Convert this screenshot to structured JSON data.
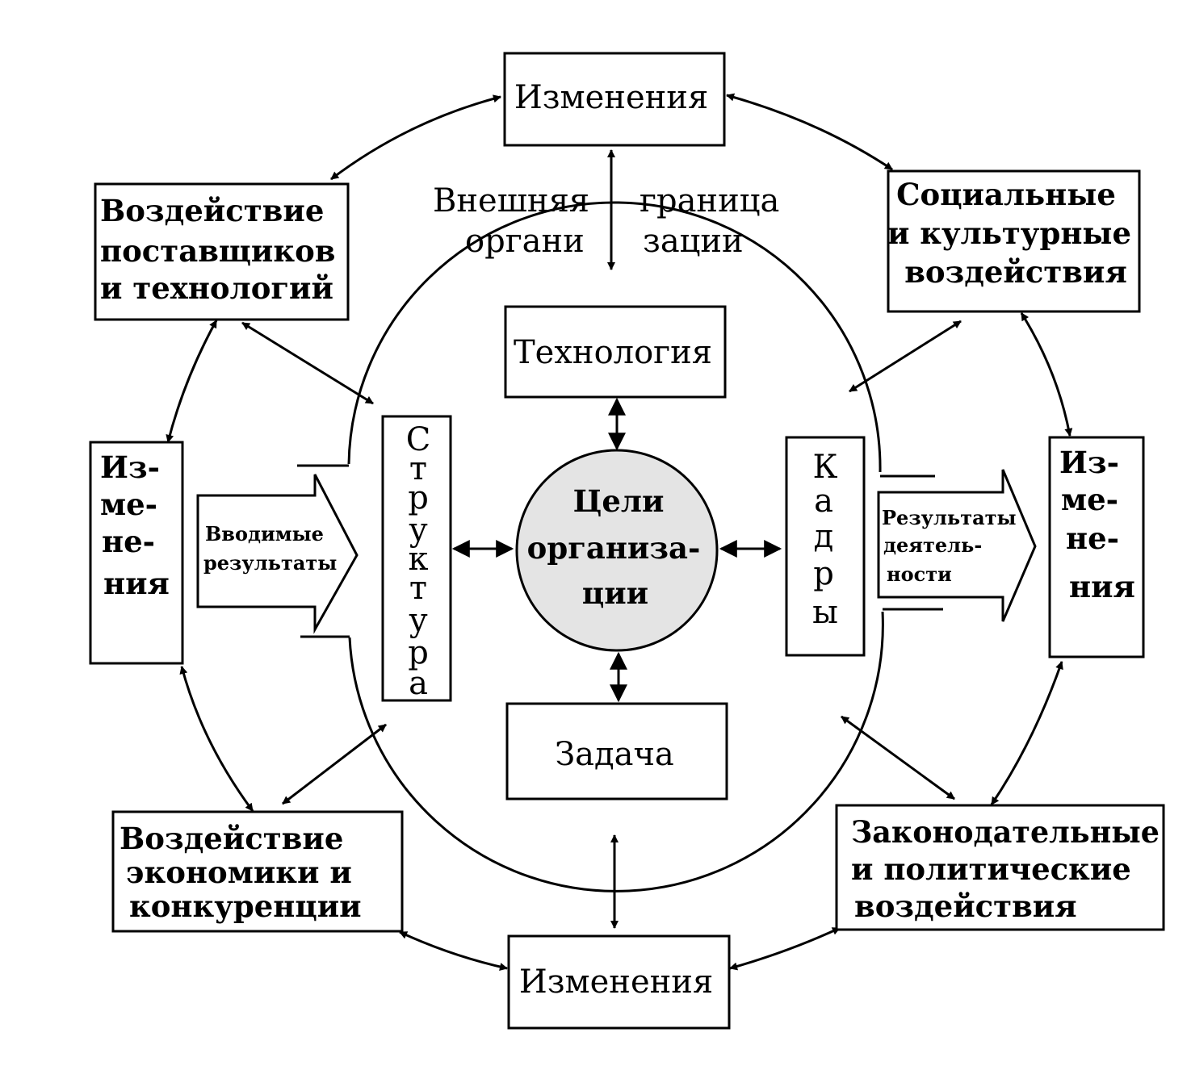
{
  "outer": {
    "top_change": "Изменения",
    "bottom_change": "Изменения",
    "left_change": [
      "Из-",
      "ме-",
      "не-",
      "ния"
    ],
    "right_change": [
      "Из-",
      "ме-",
      "не-",
      "ния"
    ],
    "suppliers": [
      "Воздействие",
      "поставщиков",
      "и технологий"
    ],
    "social": [
      "Социальные",
      "и культурные",
      "воздействия"
    ],
    "economy": [
      "Воздействие",
      "экономики и",
      "конкуренции"
    ],
    "legal": [
      "Законодательные",
      "и политические",
      "воздействия"
    ]
  },
  "boundary": {
    "left_top": "Внешняя",
    "right_top": "граница",
    "left_bottom": "органи",
    "right_bottom": "зации"
  },
  "inner": {
    "technology": "Технология",
    "task": "Задача",
    "structure": [
      "С",
      "т",
      "р",
      "у",
      "к",
      "т",
      "у",
      "р",
      "а"
    ],
    "staff": [
      "К",
      "а",
      "д",
      "р",
      "ы"
    ],
    "goals": [
      "Цели",
      "организа-",
      "ции"
    ]
  },
  "flows": {
    "inputs": [
      "Вводимые",
      "результаты"
    ],
    "outputs": [
      "Результаты",
      "деятель-",
      "ности"
    ]
  },
  "colors": {
    "goals_fill": "#e4e4e4",
    "ink": "#000000"
  }
}
